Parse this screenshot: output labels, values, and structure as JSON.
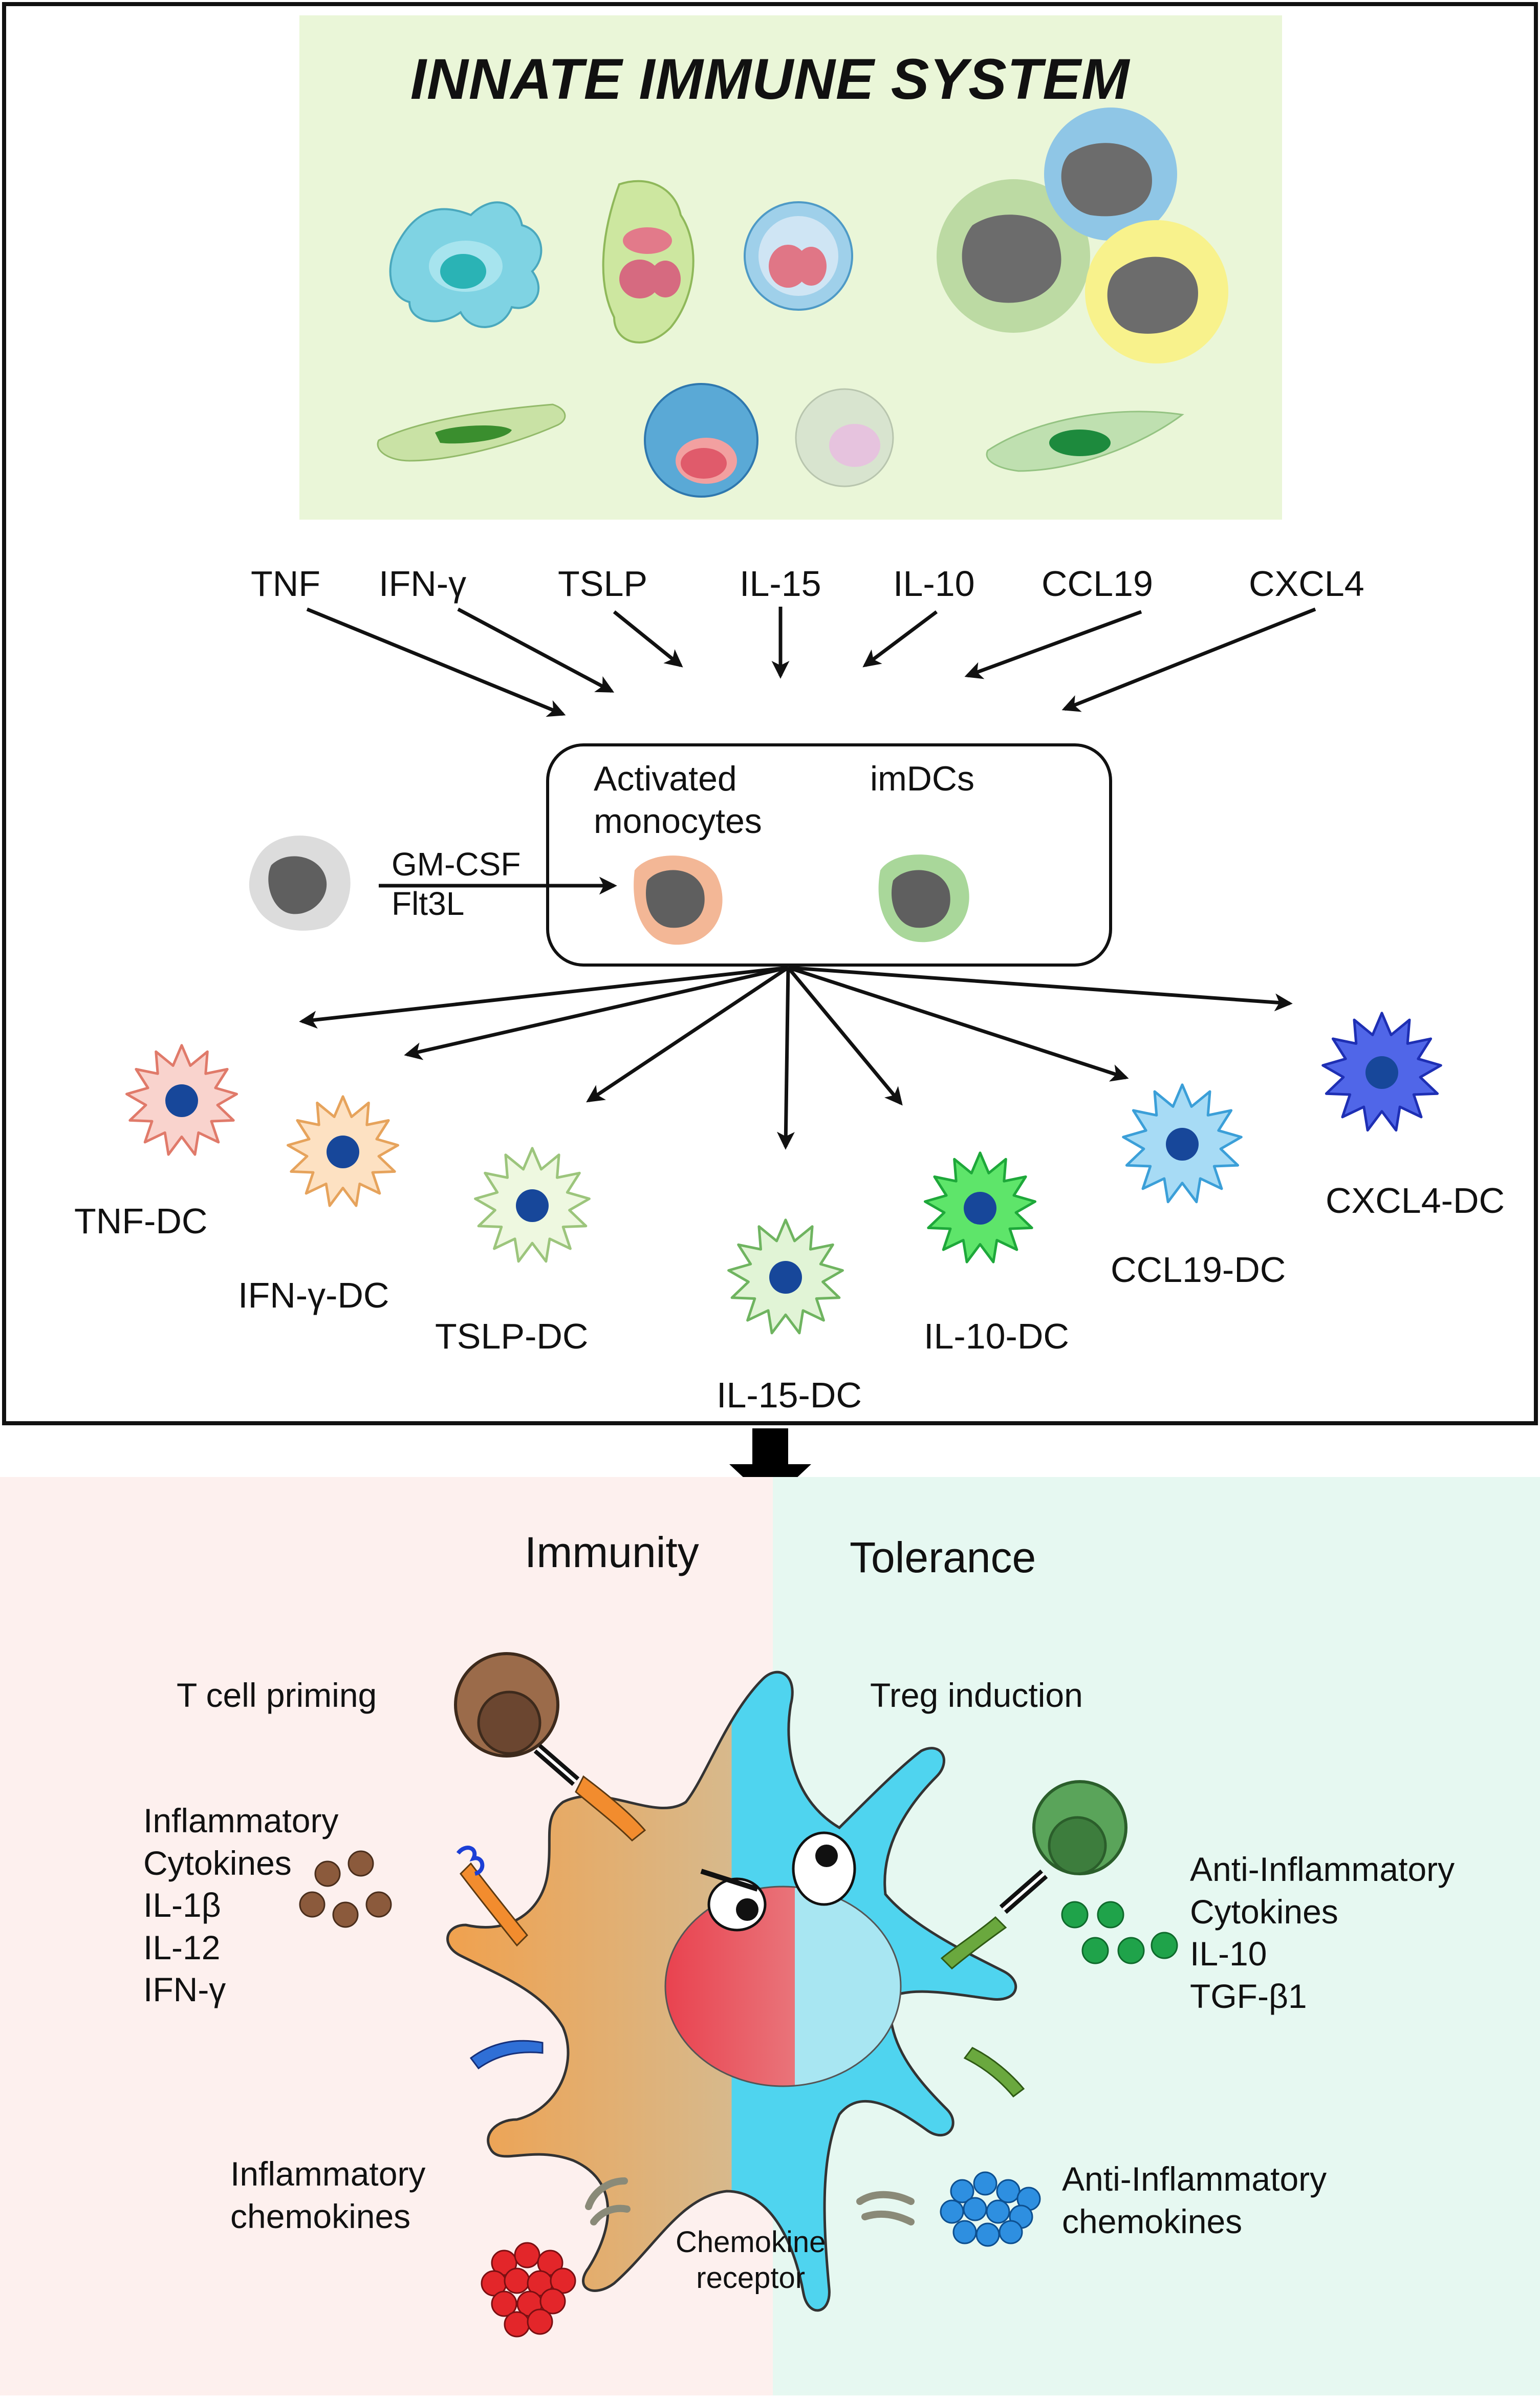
{
  "header": {
    "title": "INNATE IMMUNE SYSTEM"
  },
  "cytokines": [
    "TNF",
    "IFN-γ",
    "TSLP",
    "IL-15",
    "IL-10",
    "CCL19",
    "CXCL4"
  ],
  "box": {
    "activated_monocytes": "Activated\nmonocytes",
    "imdcs": "imDCs"
  },
  "growth_factors": "GM-CSF\nFlt3L",
  "dc_subsets": [
    "TNF-DC",
    "IFN-γ-DC",
    "TSLP-DC",
    "IL-15-DC",
    "IL-10-DC",
    "CCL19-DC",
    "CXCL4-DC"
  ],
  "immunity": {
    "heading": "Immunity",
    "t_cell": "T cell priming",
    "cytokines": "Inflammatory\nCytokines\nIL-1β\nIL-12\nIFN-γ",
    "chemokines": "Inflammatory\nchemokines"
  },
  "tolerance": {
    "heading": "Tolerance",
    "treg": "Treg induction",
    "cytokines": "Anti-Inflammatory\nCytokines\nIL-10\nTGF-β1",
    "chemokines": "Anti-Inflammatory\nchemokines"
  },
  "receptor_label": "Chemokine\nreceptor",
  "colors": {
    "top_panel": "#eaf6d8",
    "immunity_bg": "#fdf0ee",
    "tolerance_bg": "#e6f8f1",
    "dc_orange": "#f0a14e",
    "dc_cyan": "#4fd4ef",
    "nucleus": "#17479a"
  }
}
